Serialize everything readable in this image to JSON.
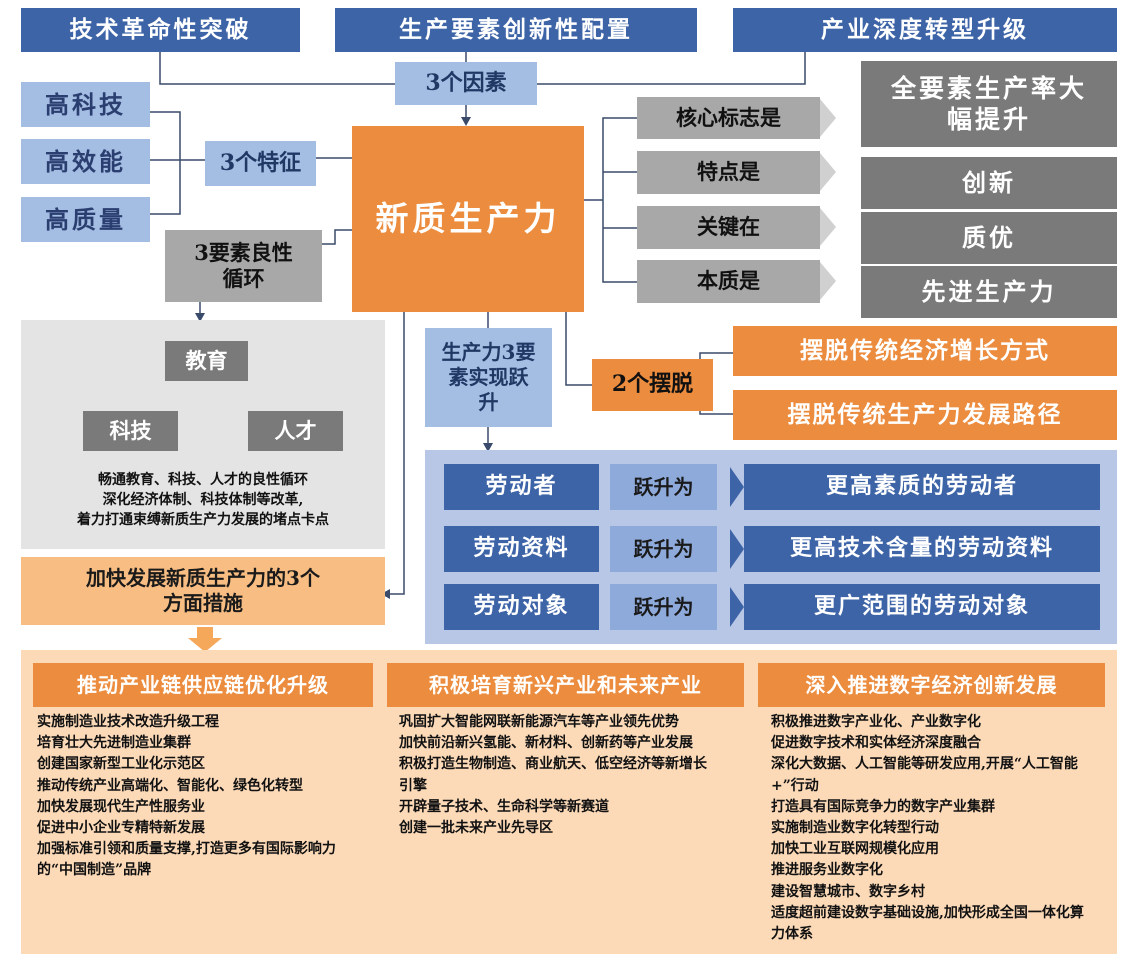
{
  "top": {
    "items": [
      "技术革命性突破",
      "生产要素创新性配置",
      "产业深度转型升级"
    ],
    "factors_label": "3个因素"
  },
  "features": {
    "items": [
      "高科技",
      "高效能",
      "高质量"
    ],
    "label": "3个特征"
  },
  "core": "新质生产力",
  "attributes": [
    {
      "label": "核心标志是",
      "value": "全要素生产率大幅提升"
    },
    {
      "label": "特点是",
      "value": "创新"
    },
    {
      "label": "关键在",
      "value": "质优"
    },
    {
      "label": "本质是",
      "value": "先进生产力"
    }
  ],
  "cycle": {
    "label": "3要素良性循环",
    "nodes": {
      "top": "教育",
      "left": "科技",
      "right": "人才"
    },
    "text": [
      "畅通教育、科技、人才的良性循环",
      "深化经济体制、科技体制等改革,",
      "着力打通束缚新质生产力发展的堵点卡点"
    ]
  },
  "shed": {
    "label": "2个摆脱",
    "items": [
      "摆脱传统经济增长方式",
      "摆脱传统生产力发展路径"
    ]
  },
  "leap": {
    "label": "生产力3要素实现跃升",
    "verb": "跃升为",
    "rows": [
      {
        "from": "劳动者",
        "to": "更高素质的劳动者"
      },
      {
        "from": "劳动资料",
        "to": "更高技术含量的劳动资料"
      },
      {
        "from": "劳动对象",
        "to": "更广范围的劳动对象"
      }
    ]
  },
  "measures": {
    "label": "加快发展新质生产力的3个方面措施",
    "columns": [
      {
        "title": "推动产业链供应链优化升级",
        "items": [
          "实施制造业技术改造升级工程",
          "培育壮大先进制造业集群",
          "创建国家新型工业化示范区",
          "推动传统产业高端化、智能化、绿色化转型",
          "加快发展现代生产性服务业",
          "促进中小企业专精特新发展",
          "加强标准引领和质量支撑,打造更多有国际影响力的“中国制造”品牌"
        ]
      },
      {
        "title": "积极培育新兴产业和未来产业",
        "items": [
          "巩固扩大智能网联新能源汽车等产业领先优势",
          "加快前沿新兴氢能、新材料、创新药等产业发展",
          "积极打造生物制造、商业航天、低空经济等新增长引擎",
          "开辟量子技术、生命科学等新赛道",
          "创建一批未来产业先导区"
        ]
      },
      {
        "title": "深入推进数字经济创新发展",
        "items": [
          "积极推进数字产业化、产业数字化",
          "促进数字技术和实体经济深度融合",
          "深化大数据、人工智能等研发应用,开展“人工智能+”行动",
          "打造具有国际竞争力的数字产业集群",
          "实施制造业数字化转型行动",
          "加快工业互联网规模化应用",
          "推进服务业数字化",
          "建设智慧城市、数字乡村",
          "适度超前建设数字基础设施,加快形成全国一体化算力体系"
        ]
      }
    ]
  }
}
